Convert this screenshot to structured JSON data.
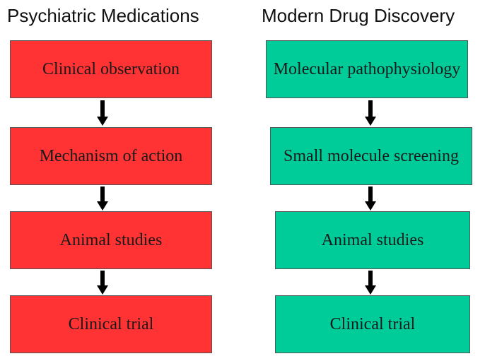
{
  "left_column": {
    "title": "Psychiatric Medications",
    "color": "#ff3333",
    "steps": [
      "Clinical observation",
      "Mechanism of action",
      "Animal studies",
      "Clinical trial"
    ]
  },
  "right_column": {
    "title": "Modern Drug Discovery",
    "color": "#00cc99",
    "steps": [
      "Molecular pathophysiology",
      "Small molecule screening",
      "Animal studies",
      "Clinical trial"
    ]
  },
  "arrow_color": "#000000"
}
